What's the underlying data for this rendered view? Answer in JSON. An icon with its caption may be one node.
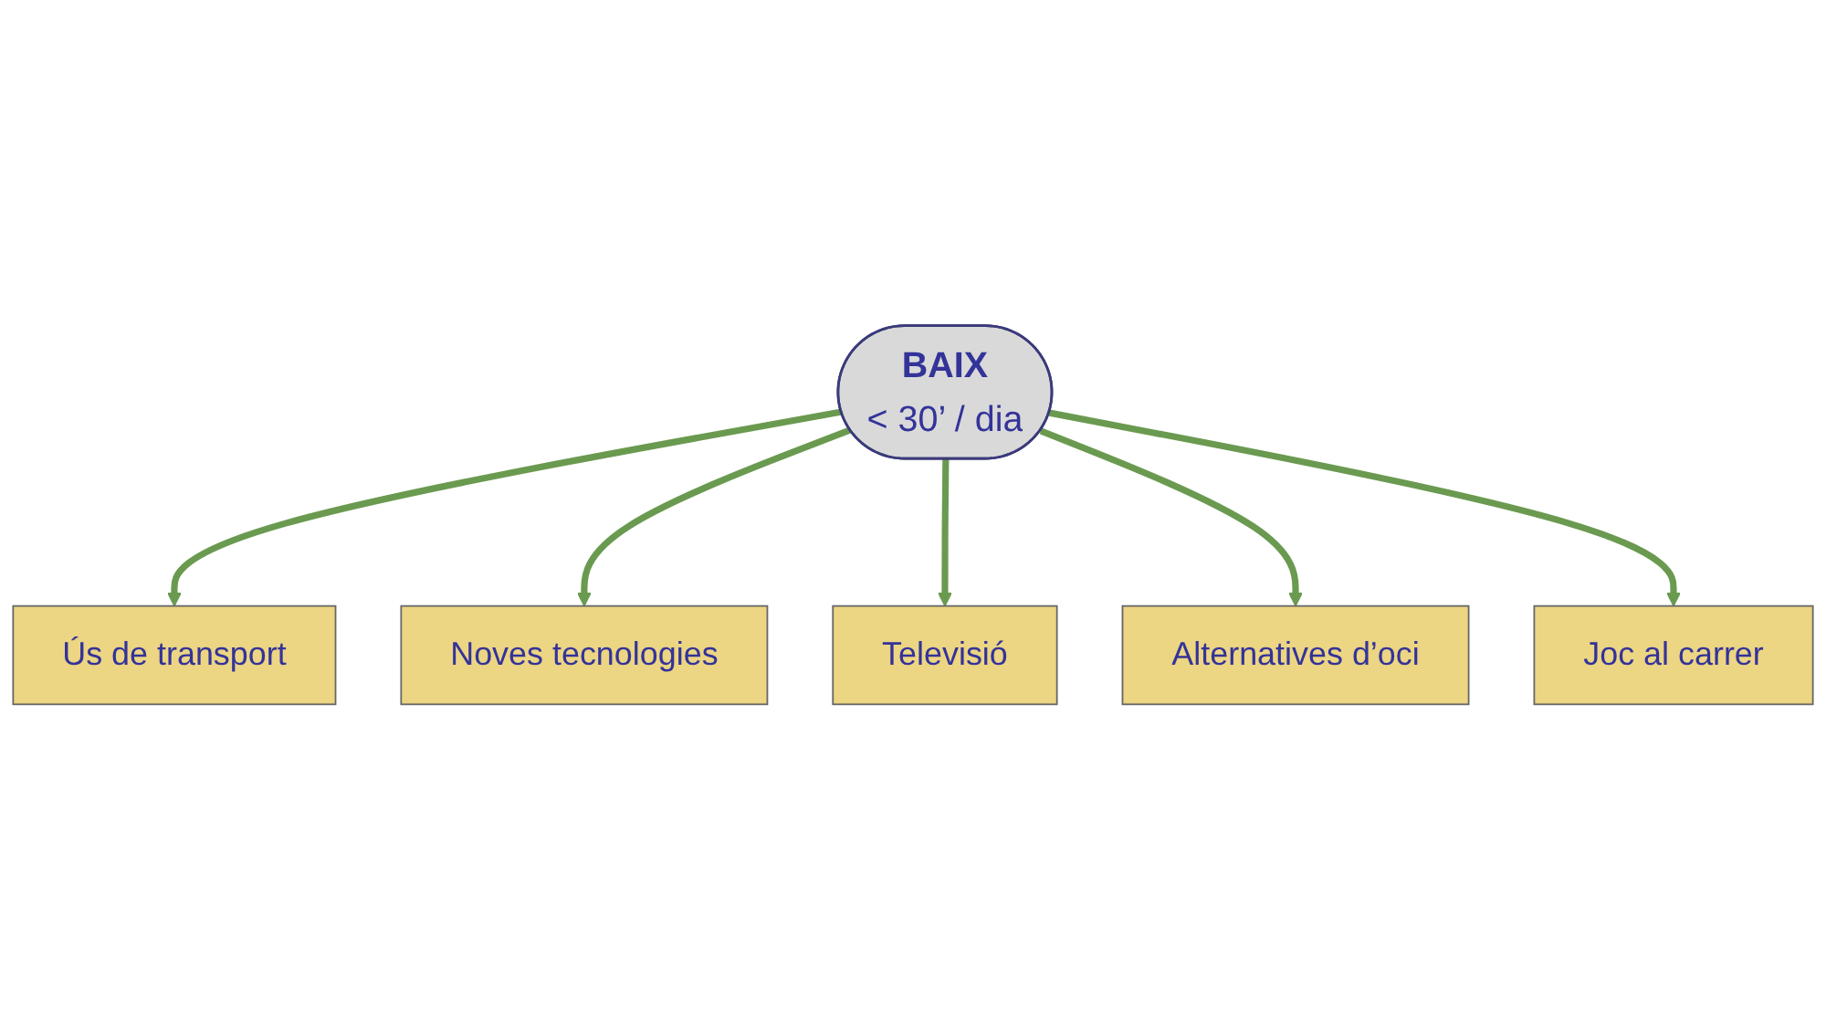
{
  "diagram": {
    "nodes": [
      {
        "text": [
          "BAIX",
          "< 30’ / dia"
        ]
      },
      {
        "text": [
          "Ús de transport"
        ]
      },
      {
        "text": [
          "Joc al carrer"
        ]
      },
      {
        "text": [
          "Noves tecnologies"
        ]
      },
      {
        "text": [
          "Alternatives d’oci"
        ]
      },
      {
        "text": [
          "Televisió"
        ]
      }
    ],
    "edges": [
      {
        "from": 0,
        "to": 1,
        "arrow": "to"
      },
      {
        "from": 0,
        "to": 3,
        "arrow": "to"
      },
      {
        "from": 0,
        "to": 5,
        "arrow": "to"
      },
      {
        "from": 0,
        "to": 4,
        "arrow": "to"
      },
      {
        "from": 0,
        "to": 2,
        "arrow": "to"
      }
    ]
  }
}
